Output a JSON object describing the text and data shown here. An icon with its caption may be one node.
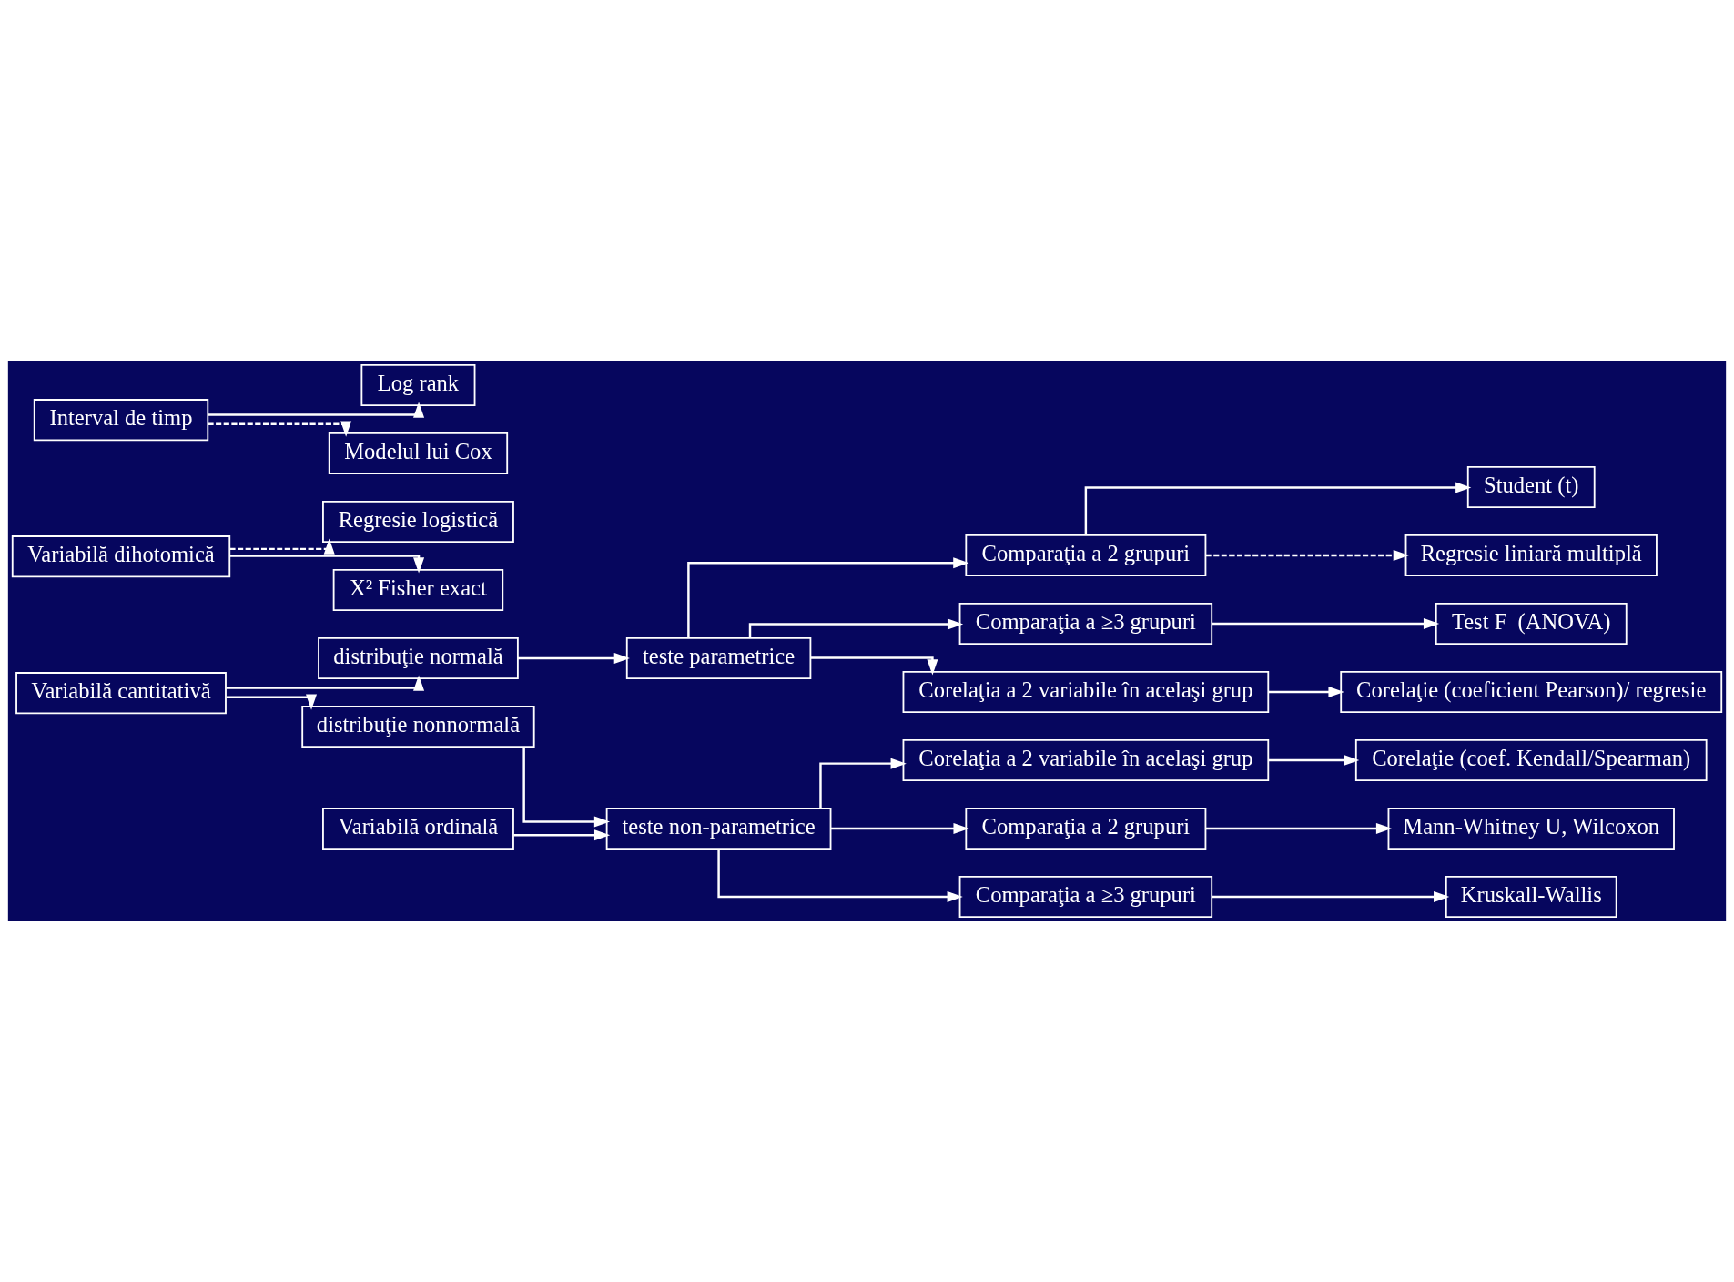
{
  "diagram": {
    "nodes": [
      {
        "text": [
          "Variabilă cantitativă"
        ]
      },
      {
        "text": [
          "distribuţie normală"
        ]
      },
      {
        "text": [
          "distribuţie nonnormală"
        ]
      },
      {
        "text": [
          "Variabilă ordinală"
        ]
      },
      {
        "text": [
          "teste parametrice"
        ]
      },
      {
        "text": [
          "teste non-parametrice"
        ]
      },
      {
        "text": [
          "Comparaţia a 2 grupuri"
        ]
      },
      {
        "text": [
          "Comparaţia a ≥3 grupuri"
        ]
      },
      {
        "text": [
          "Corelaţia a 2 variabile în acelaşi grup"
        ]
      },
      {
        "text": [
          "Student (t)"
        ]
      },
      {
        "text": [
          "Test F  (ANOVA)"
        ]
      },
      {
        "text": [
          "Corelaţie (coeficient Pearson)/ regresie"
        ]
      },
      {
        "text": [
          "Regresie liniară multiplă"
        ]
      },
      {
        "text": [
          "Corelaţia a 2 variabile în acelaşi grup"
        ]
      },
      {
        "text": [
          "Comparaţia a 2 grupuri"
        ]
      },
      {
        "text": [
          "Comparaţia a ≥3 grupuri"
        ]
      },
      {
        "text": [
          "Corelaţie (coef. Kendall/Spearman)"
        ]
      },
      {
        "text": [
          "Mann-Whitney U, Wilcoxon"
        ]
      },
      {
        "text": [
          "Kruskall-Wallis"
        ]
      },
      {
        "text": [
          "Variabilă dihotomică"
        ]
      },
      {
        "text": [
          "Regresie logistică"
        ]
      },
      {
        "text": [
          "X² Fisher exact"
        ]
      },
      {
        "text": [
          "Log rank"
        ]
      },
      {
        "text": [
          "Interval de timp"
        ]
      },
      {
        "text": [
          "Modelul lui Cox"
        ]
      }
    ],
    "edges": [
      {
        "from": 0,
        "to": 1,
        "arrow": "to"
      },
      {
        "from": 0,
        "to": 2,
        "arrow": "to"
      },
      {
        "from": 1,
        "to": 4,
        "arrow": "to"
      },
      {
        "from": 2,
        "to": 5,
        "arrow": "to"
      },
      {
        "from": 3,
        "to": 5,
        "arrow": "to"
      },
      {
        "from": 4,
        "to": 6,
        "arrow": "to"
      },
      {
        "from": 4,
        "to": 7,
        "arrow": "to"
      },
      {
        "from": 4,
        "to": 8,
        "arrow": "to"
      },
      {
        "from": 6,
        "to": 12,
        "arrow": "to",
        "style": "dashed"
      },
      {
        "from": 6,
        "to": 9,
        "arrow": "to"
      },
      {
        "from": 7,
        "to": 10,
        "arrow": "to"
      },
      {
        "from": 8,
        "to": 11,
        "arrow": "to"
      },
      {
        "from": 5,
        "to": 13,
        "arrow": "to"
      },
      {
        "from": 5,
        "to": 14,
        "arrow": "to"
      },
      {
        "from": 5,
        "to": 15,
        "arrow": "to"
      },
      {
        "from": 13,
        "to": 16,
        "arrow": "to"
      },
      {
        "from": 14,
        "to": 17,
        "arrow": "to"
      },
      {
        "from": 15,
        "to": 18,
        "arrow": "to"
      },
      {
        "from": 19,
        "to": 20,
        "arrow": "to",
        "style": "dashed"
      },
      {
        "from": 19,
        "to": 21,
        "arrow": "to"
      },
      {
        "from": 23,
        "to": 22,
        "arrow": "to"
      },
      {
        "from": 23,
        "to": 24,
        "arrow": "to",
        "style": "dashed"
      }
    ]
  }
}
